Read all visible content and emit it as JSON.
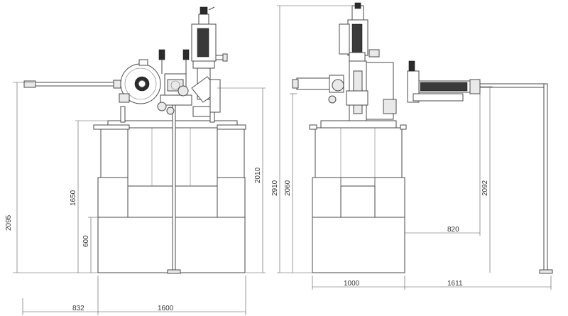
{
  "dimensions": {
    "front": {
      "overall_height": "2095",
      "column_height": "1650",
      "base_height": "600",
      "right_height": "2010",
      "left_width": "832",
      "base_width": "1600"
    },
    "side": {
      "overall_height": "2910",
      "frame_height": "2060",
      "arm_height": "2092",
      "arm_offset": "820",
      "base_width": "1000",
      "arm_width": "1611"
    }
  },
  "colors": {
    "line": "#4a4a4a",
    "dimension": "#555555",
    "fill_dark": "#2b2b2b",
    "background": "#ffffff"
  }
}
